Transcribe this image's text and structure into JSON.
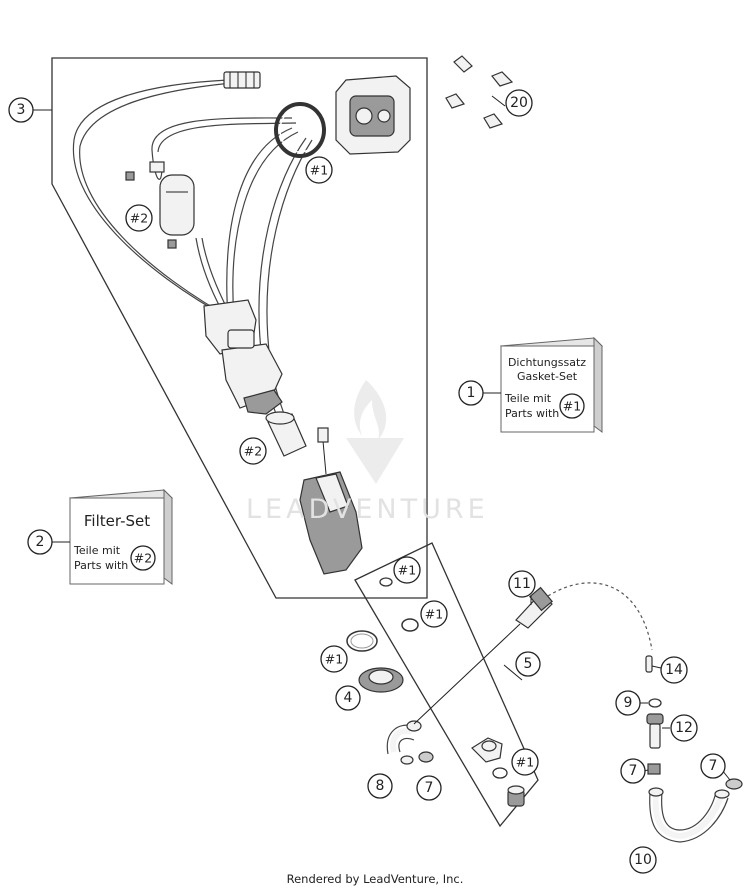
{
  "footer": "Rendered by LeadVenture, Inc.",
  "watermark": "LEADVENTURE",
  "callouts": {
    "c1": "1",
    "c2": "2",
    "c3": "3",
    "c4": "4",
    "c5": "5",
    "c7a": "7",
    "c7b": "7",
    "c7c": "7",
    "c8": "8",
    "c9": "9",
    "c10": "10",
    "c11": "11",
    "c12": "12",
    "c14": "14",
    "c20": "20"
  },
  "references": {
    "ref1_a": "#1",
    "ref1_b": "#1",
    "ref1_c": "#1",
    "ref1_d": "#1",
    "ref1_e": "#1",
    "ref1_f": "#1",
    "ref2_a": "#2",
    "ref2_b": "#2"
  },
  "gasket_set_box": {
    "line1": "Dichtungssatz",
    "line2": "Gasket-Set",
    "line3": "Teile mit",
    "line4": "Parts with",
    "ref": "#1"
  },
  "filter_set_box": {
    "title": "Filter-Set",
    "line1": "Teile mit",
    "line2": "Parts with",
    "ref": "#2"
  }
}
